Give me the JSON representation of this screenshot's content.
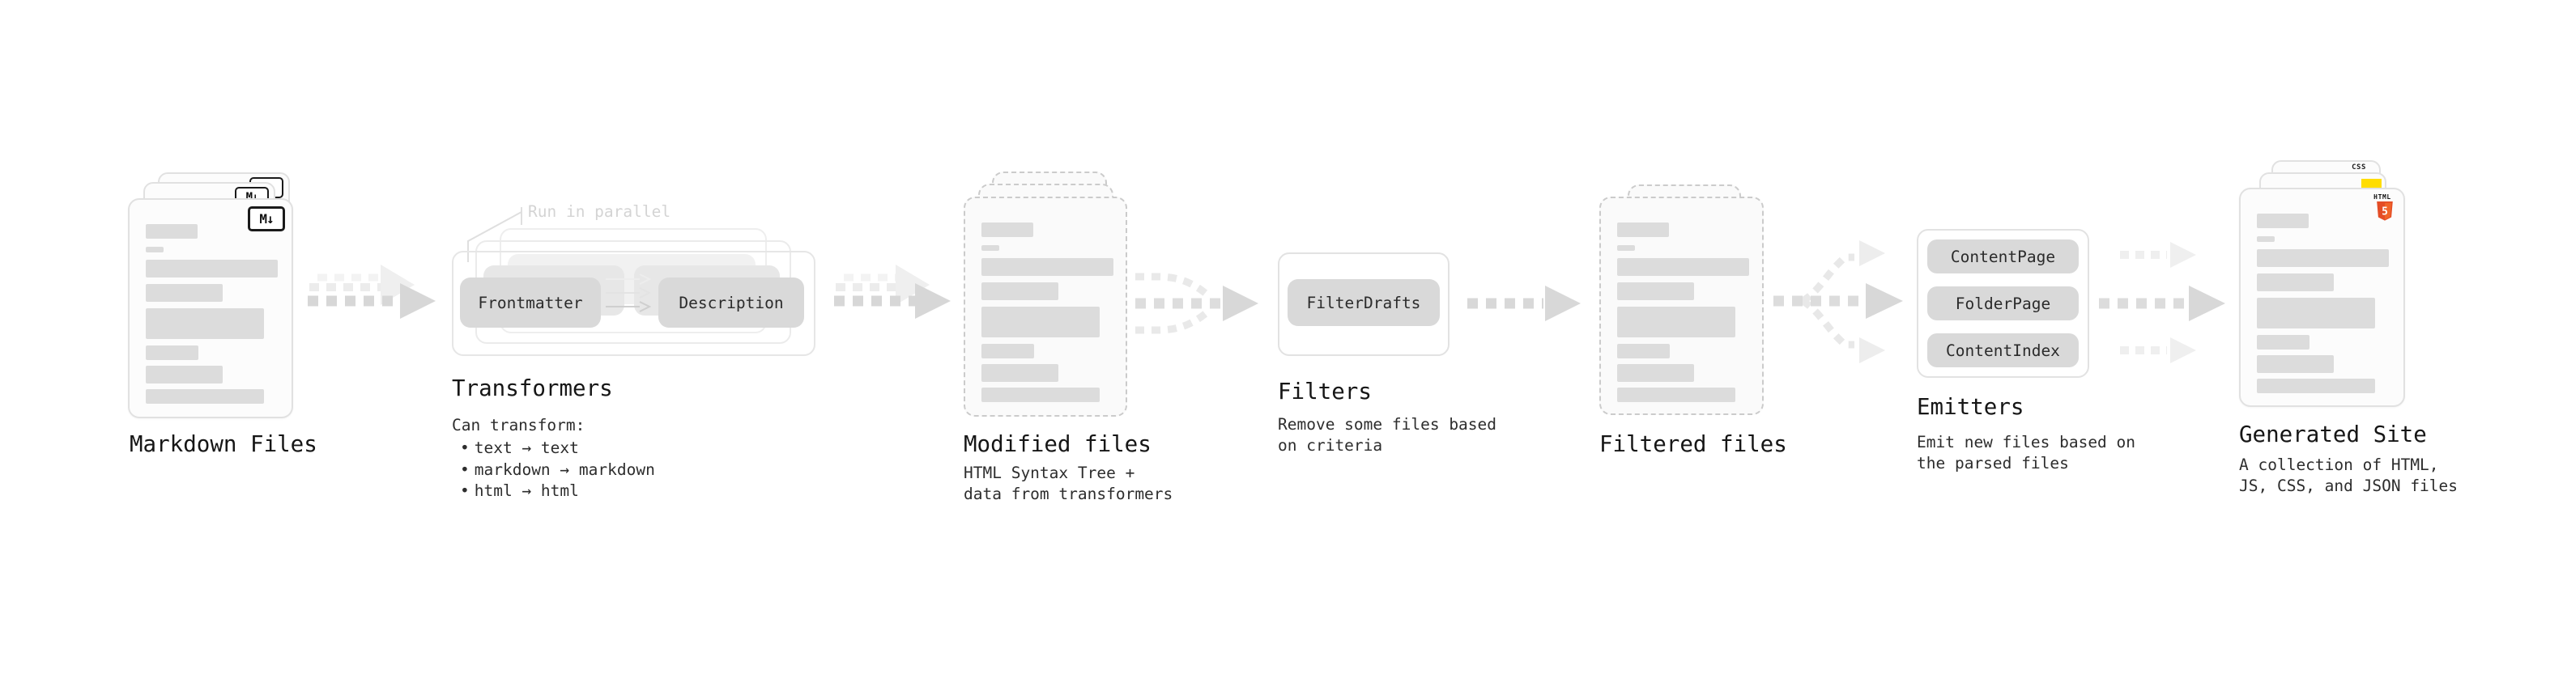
{
  "diagram": {
    "stages": {
      "markdown_files": {
        "title": "Markdown Files",
        "badge": "M↓"
      },
      "transformers": {
        "title": "Transformers",
        "note": "Run in parallel",
        "pills": [
          "Frontmatter",
          "Description"
        ],
        "caption_heading": "Can transform:",
        "bullet_char": "•",
        "bullets": [
          "text → text",
          "markdown → markdown",
          "html → html"
        ]
      },
      "modified_files": {
        "title": "Modified files",
        "caption": "HTML Syntax Tree +\ndata from transformers"
      },
      "filters": {
        "title": "Filters",
        "pills": [
          "FilterDrafts"
        ],
        "caption": "Remove some files based\non criteria"
      },
      "filtered_files": {
        "title": "Filtered files"
      },
      "emitters": {
        "title": "Emitters",
        "pills": [
          "ContentPage",
          "FolderPage",
          "ContentIndex"
        ],
        "caption": "Emit new files based on\nthe parsed files"
      },
      "generated_site": {
        "title": "Generated Site",
        "caption": "A collection of HTML,\nJS, CSS, and JSON files",
        "css_badge": "CSS",
        "html_badge": "HTML",
        "html_badge_number": "5"
      }
    },
    "colors": {
      "pill_bg": "#d9d9d9",
      "skeleton_bar": "#dcdcdc",
      "arrow_main": "#d7d7d7",
      "arrow_ghost": "#efefef",
      "html5_orange": "#e44d26",
      "html5_orange_light": "#f16529",
      "js_yellow": "#ffdd00",
      "css_blue": "#2c6bff"
    }
  }
}
